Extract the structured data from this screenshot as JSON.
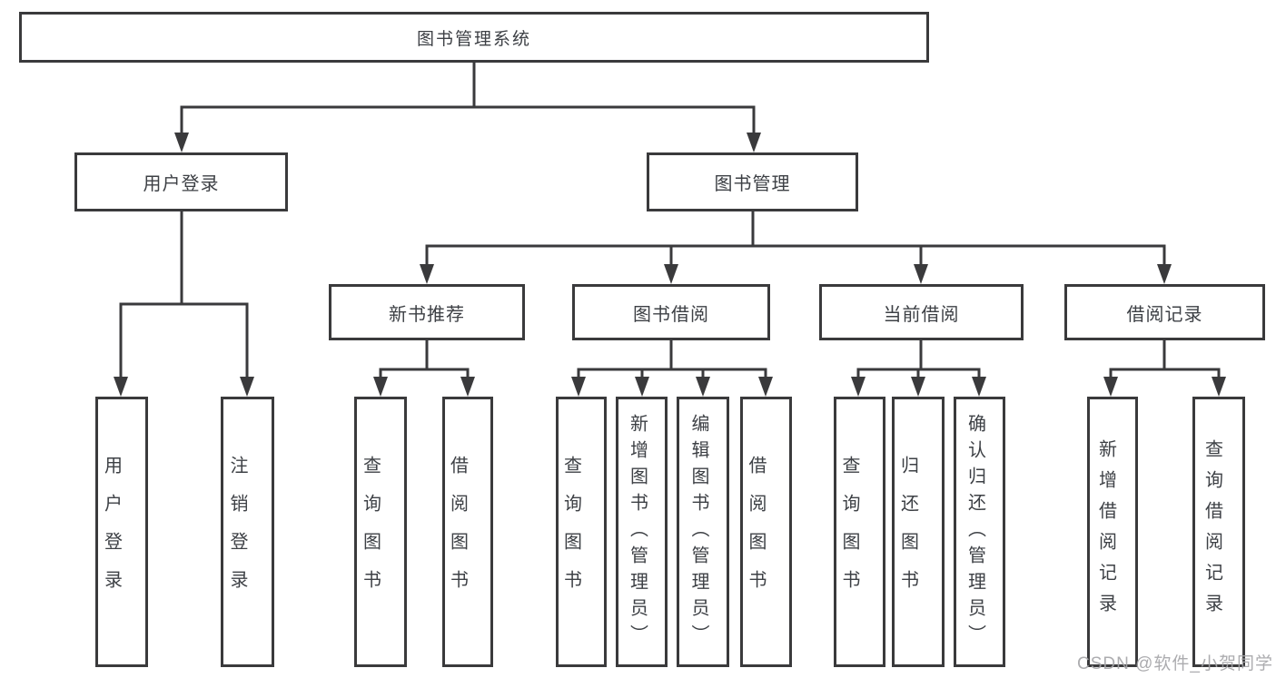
{
  "colors": {
    "line": "#3a3a3c",
    "box_border": "#3a3a3c",
    "text": "#3d4045",
    "background": "#ffffff",
    "watermark_text": "#a5a5a8"
  },
  "tree": {
    "root": "图书管理系统",
    "branches": [
      {
        "label": "用户登录",
        "children": [
          {
            "label": "用户登录"
          },
          {
            "label": "注销登录"
          }
        ]
      },
      {
        "label": "图书管理",
        "children": [
          {
            "label": "新书推荐",
            "children": [
              {
                "label": "查询图书"
              },
              {
                "label": "借阅图书"
              }
            ]
          },
          {
            "label": "图书借阅",
            "children": [
              {
                "label": "查询图书"
              },
              {
                "label": "新增图书（管理员）"
              },
              {
                "label": "编辑图书（管理员）"
              },
              {
                "label": "借阅图书"
              }
            ]
          },
          {
            "label": "当前借阅",
            "children": [
              {
                "label": "查询图书"
              },
              {
                "label": "归还图书"
              },
              {
                "label": "确认归还（管理员）"
              }
            ]
          },
          {
            "label": "借阅记录",
            "children": [
              {
                "label": "新增借阅记录"
              },
              {
                "label": "查询借阅记录"
              }
            ]
          }
        ]
      }
    ]
  },
  "watermark": "CSDN @软件_小贺同学"
}
